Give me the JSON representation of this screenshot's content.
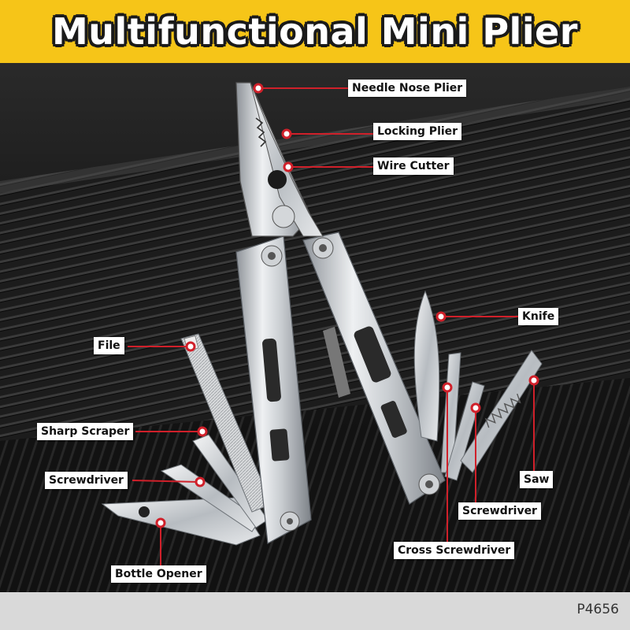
{
  "banner": {
    "title": "Multifunctional Mini Plier"
  },
  "callouts": {
    "needle_nose_plier": "Needle Nose Plier",
    "locking_plier": "Locking Plier",
    "wire_cutter": "Wire Cutter",
    "knife": "Knife",
    "file": "File",
    "sharp_scraper": "Sharp Scraper",
    "screwdriver_left": "Screwdriver",
    "saw": "Saw",
    "screwdriver_right": "Screwdriver",
    "bottle_opener": "Bottle Opener",
    "cross_screwdriver": "Cross Screwdriver"
  },
  "footer": {
    "sku": "P4656"
  },
  "colors": {
    "banner": "#f6c518",
    "callout_line": "#d0202a",
    "footer": "#d9d9d9"
  }
}
